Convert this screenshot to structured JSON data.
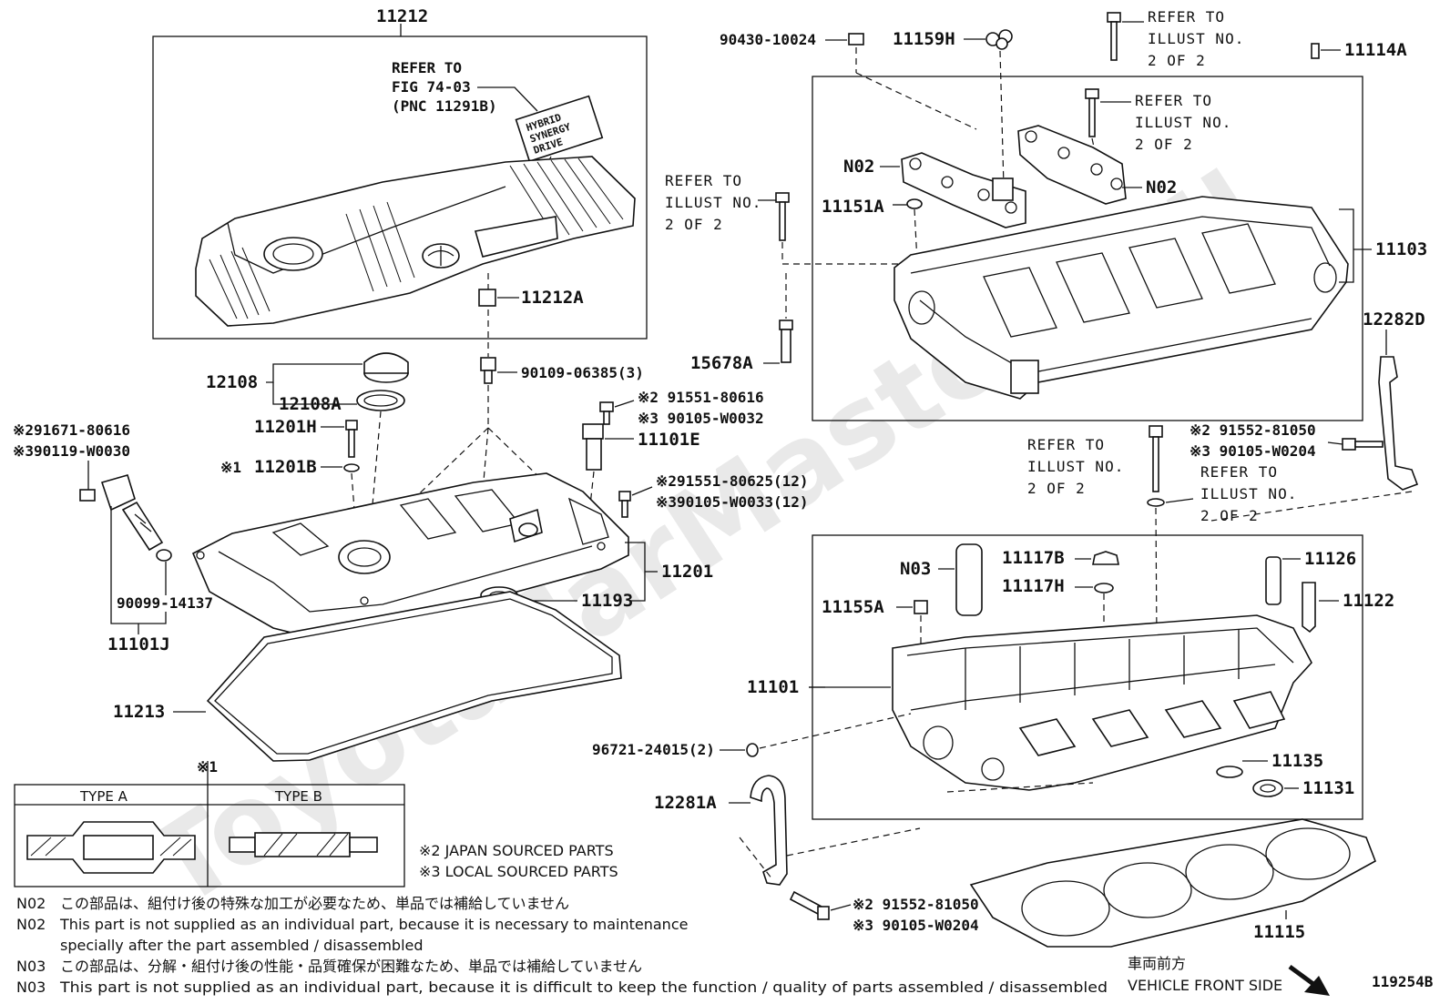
{
  "diagram_id": "119254B",
  "watermark": "ToyotaCarMasters.ru",
  "labels": {
    "p11212": "11212",
    "refer_fig_1": "REFER TO",
    "refer_fig_2": "FIG 74-03",
    "refer_fig_3": "(PNC 11291B)",
    "emblem_1": "HYBRID",
    "emblem_2": "SYNERGY",
    "emblem_3": "DRIVE",
    "p11212A": "11212A",
    "p12108": "12108",
    "p12108A": "12108A",
    "p90109": "90109-06385(3)",
    "p11201H": "11201H",
    "p11201B": "11201B",
    "mark1_b": "※1",
    "p91671": "※291671-80616",
    "p90119": "※390119-W0030",
    "p91551a": "※2 91551-80616",
    "p90105a": "※3 90105-W0032",
    "p11101E": "11101E",
    "p91551b": "※291551-80625(12)",
    "p90105b": "※390105-W0033(12)",
    "p11201": "11201",
    "p11193": "11193",
    "p90099": "90099-14137",
    "p11101J": "11101J",
    "p11213": "11213",
    "p90430": "90430-10024",
    "p11159H": "11159H",
    "refer_a_1": "REFER TO",
    "refer_a_2": "ILLUST NO.",
    "refer_a_3": "2 OF 2",
    "p11114A": "11114A",
    "refer_b_1": "REFER TO",
    "refer_b_2": "ILLUST NO.",
    "refer_b_3": "2 OF 2",
    "pN02a": "N02",
    "pN02b": "N02",
    "refer_c_1": "REFER TO",
    "refer_c_2": "ILLUST NO.",
    "refer_c_3": "2 OF 2",
    "p11151A": "11151A",
    "p11103": "11103",
    "p15678A": "15678A",
    "p12282D": "12282D",
    "refer_d_1": "REFER TO",
    "refer_d_2": "ILLUST NO.",
    "refer_d_3": "2 OF 2",
    "p91552a": "※2 91552-81050",
    "p90105c": "※3 90105-W0204",
    "refer_e_1": "REFER TO",
    "refer_e_2": "ILLUST NO.",
    "refer_e_3": "2 OF 2",
    "pN03": "N03",
    "p11117B": "11117B",
    "p11117H": "11117H",
    "p11126": "11126",
    "p11122": "11122",
    "p11155A": "11155A",
    "p11101": "11101",
    "p96721": "96721-24015(2)",
    "p11135": "11135",
    "p11131": "11131",
    "p12281A": "12281A",
    "p91552b": "※2 91552-81050",
    "p90105d": "※3 90105-W0204",
    "p11115": "11115",
    "mark1_top": "※1",
    "type_a": "TYPE A",
    "type_b": "TYPE B",
    "legend_2": "※2 JAPAN SOURCED PARTS",
    "legend_3": "※3 LOCAL SOURCED PARTS",
    "vehicle_jp": "車両前方",
    "vehicle_en": "VEHICLE FRONT SIDE"
  },
  "notes": [
    {
      "code": "N02",
      "text": "この部品は、組付け後の特殊な加工が必要なため、単品では補給していません"
    },
    {
      "code": "N02",
      "text": "This part is not supplied as an individual part, because it is necessary to maintenance"
    },
    {
      "code": "",
      "text": "specially after the part assembled / disassembled"
    },
    {
      "code": "N03",
      "text": "この部品は、分解・組付け後の性能・品質確保が困難なため、単品では補給していません"
    },
    {
      "code": "N03",
      "text": "This part is not supplied as an individual part, because it is difficult to keep the function / quality of parts  assembled / disassembled"
    }
  ]
}
